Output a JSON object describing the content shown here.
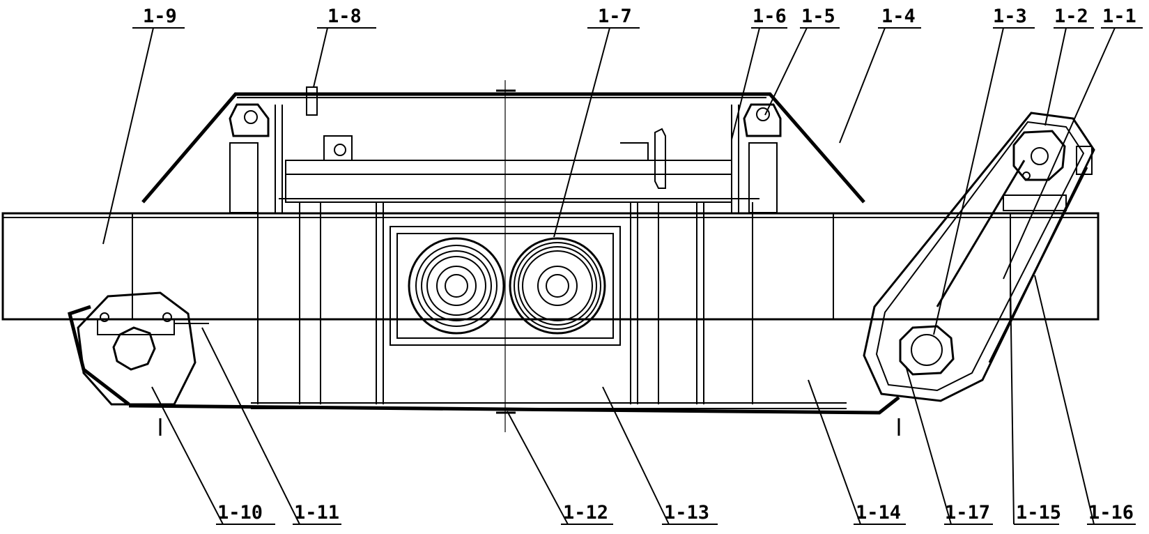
{
  "labels": {
    "l1": "1-1",
    "l2": "1-2",
    "l3": "1-3",
    "l4": "1-4",
    "l5": "1-5",
    "l6": "1-6",
    "l7": "1-7",
    "l8": "1-8",
    "l9": "1-9",
    "l10": "1-10",
    "l11": "1-11",
    "l12": "1-12",
    "l13": "1-13",
    "l14": "1-14",
    "l15": "1-15",
    "l16": "1-16",
    "l17": "1-17"
  }
}
